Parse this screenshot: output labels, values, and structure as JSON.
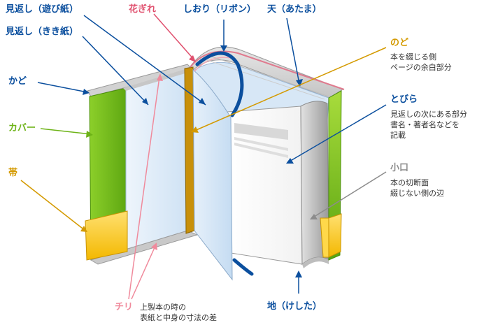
{
  "labels": {
    "mikaeshi_asobi": "見返し（遊び紙）",
    "hanagire": "花ぎれ",
    "shiori": "しおり（リボン）",
    "ten": "天（あたま）",
    "mikaeshi_kiki": "見返し（きき紙）",
    "kado": "かど",
    "cover": "カバー",
    "obi": "帯",
    "nodo": "のど",
    "tobira": "とびら",
    "koguchi": "小口",
    "chi": "地（けした）",
    "chiri": "チリ"
  },
  "descriptions": {
    "nodo": [
      "本を綴じる側",
      "ページの余白部分"
    ],
    "tobira": [
      "見返しの次にある部分",
      "書名・著者名などを",
      "記載"
    ],
    "koguchi": [
      "本の切断面",
      "綴じない側の辺"
    ],
    "chiri": [
      "上製本の時の",
      "表紙と中身の寸法の差"
    ]
  },
  "colors": {
    "blue": "#0b4f9e",
    "pink": "#e0506e",
    "green": "#6db317",
    "gold": "#d49a00",
    "gray": "#8c8c8c"
  }
}
